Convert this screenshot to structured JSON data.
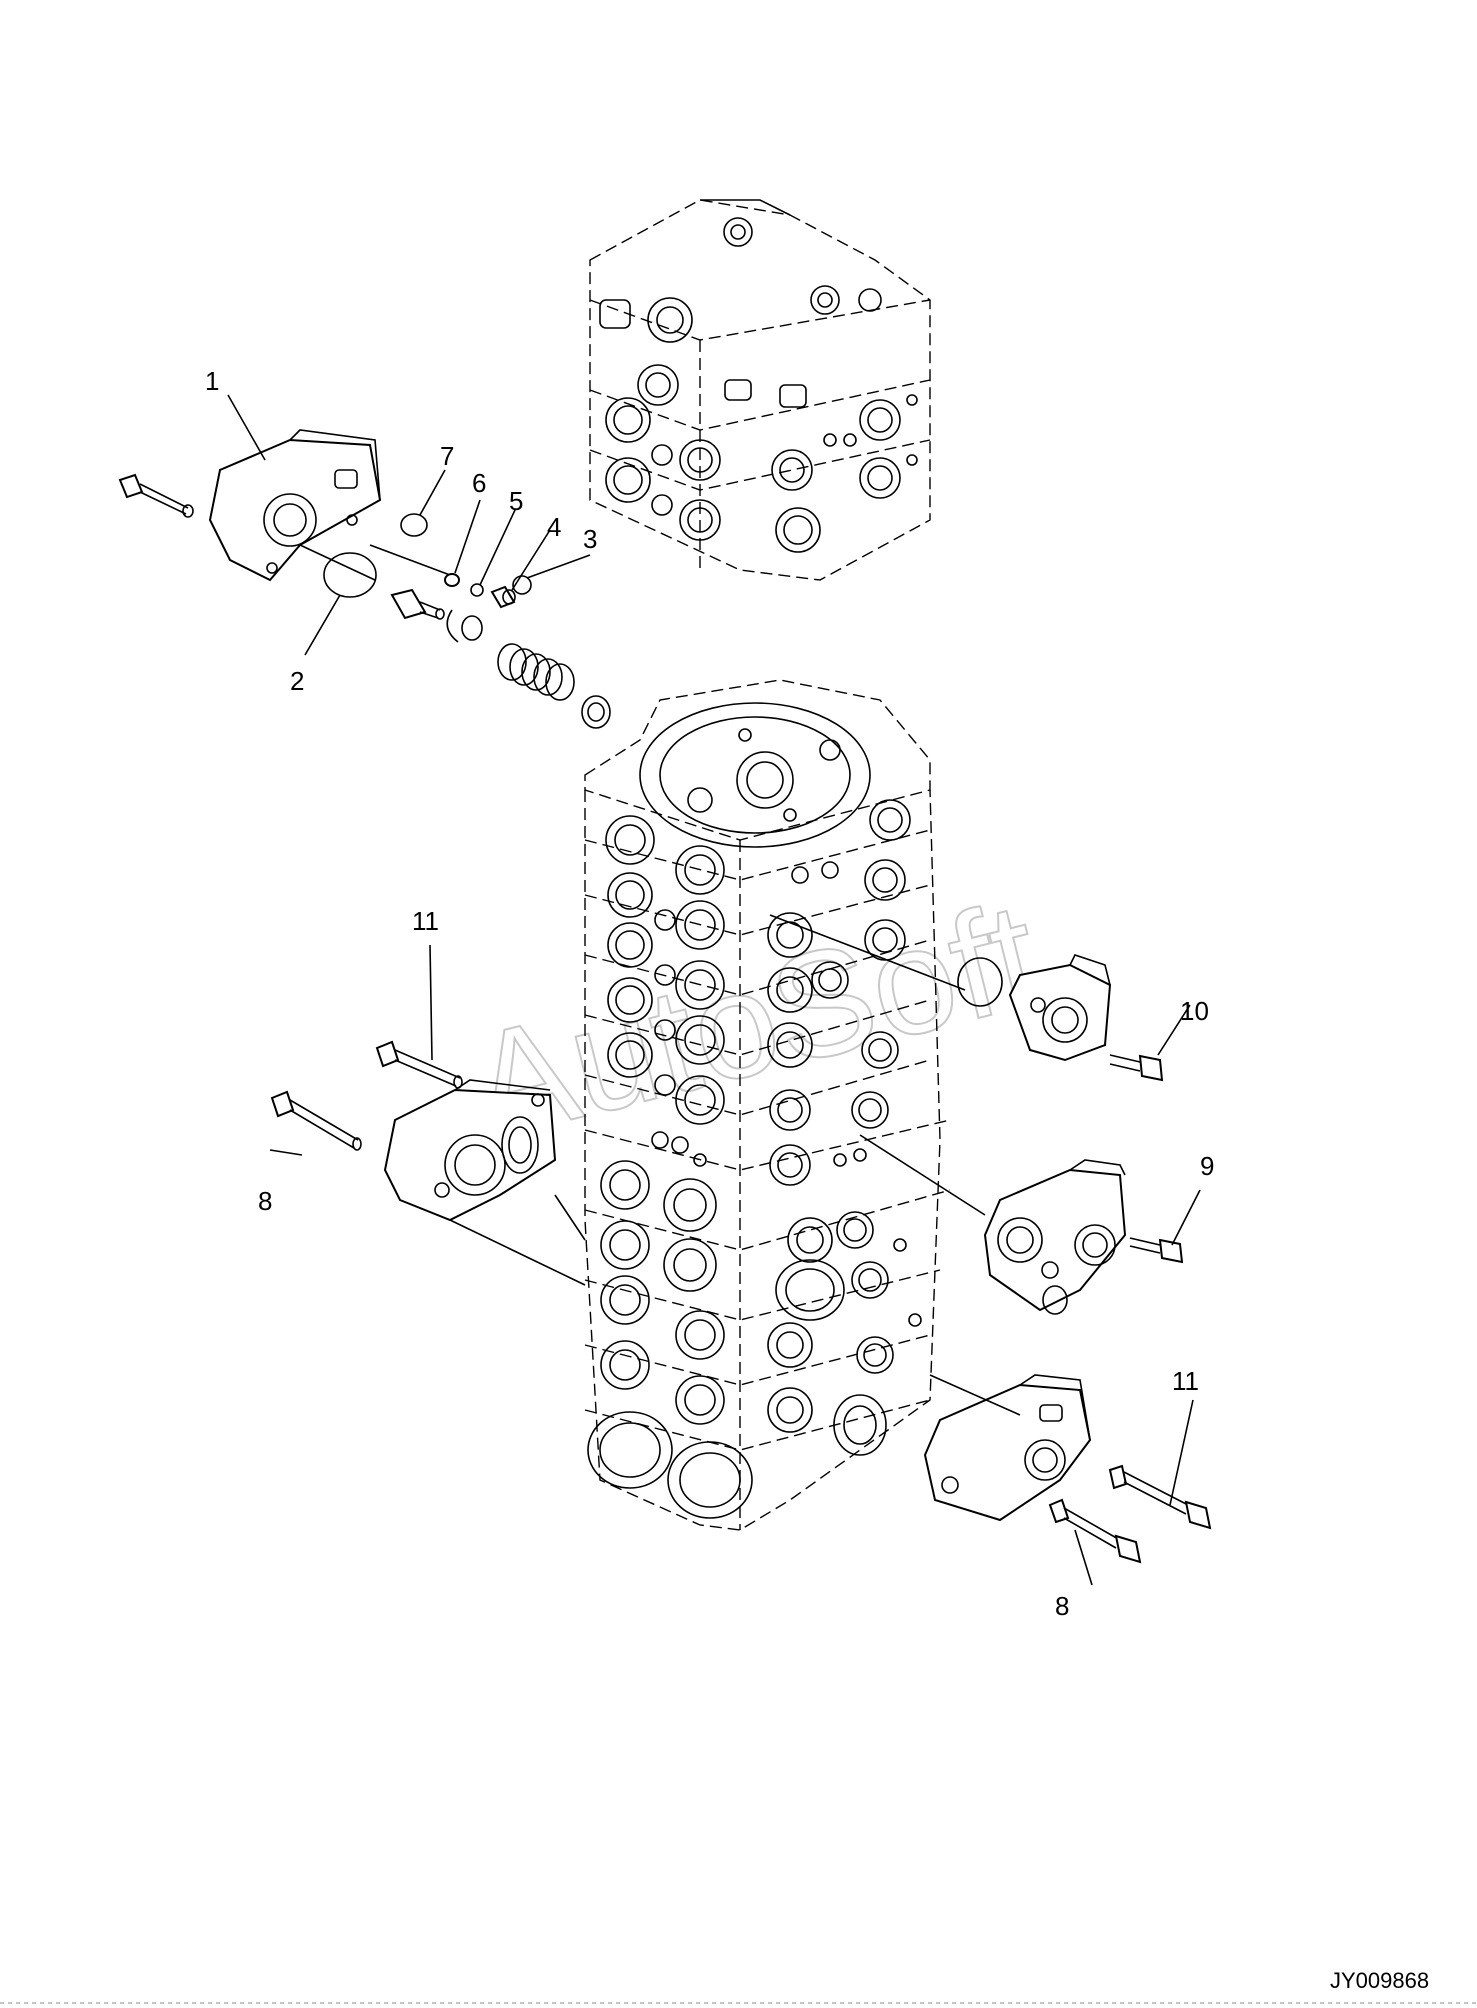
{
  "diagram": {
    "callouts": [
      {
        "id": "c1",
        "label": "1"
      },
      {
        "id": "c2",
        "label": "2"
      },
      {
        "id": "c3",
        "label": "3"
      },
      {
        "id": "c4",
        "label": "4"
      },
      {
        "id": "c5",
        "label": "5"
      },
      {
        "id": "c6",
        "label": "6"
      },
      {
        "id": "c7",
        "label": "7"
      },
      {
        "id": "c8a",
        "label": "8"
      },
      {
        "id": "c8b",
        "label": "8"
      },
      {
        "id": "c9",
        "label": "9"
      },
      {
        "id": "c10",
        "label": "10"
      },
      {
        "id": "c11a",
        "label": "11"
      },
      {
        "id": "c11b",
        "label": "11"
      }
    ],
    "watermark": "AutoSoft",
    "drawing_id": "JY009868"
  }
}
